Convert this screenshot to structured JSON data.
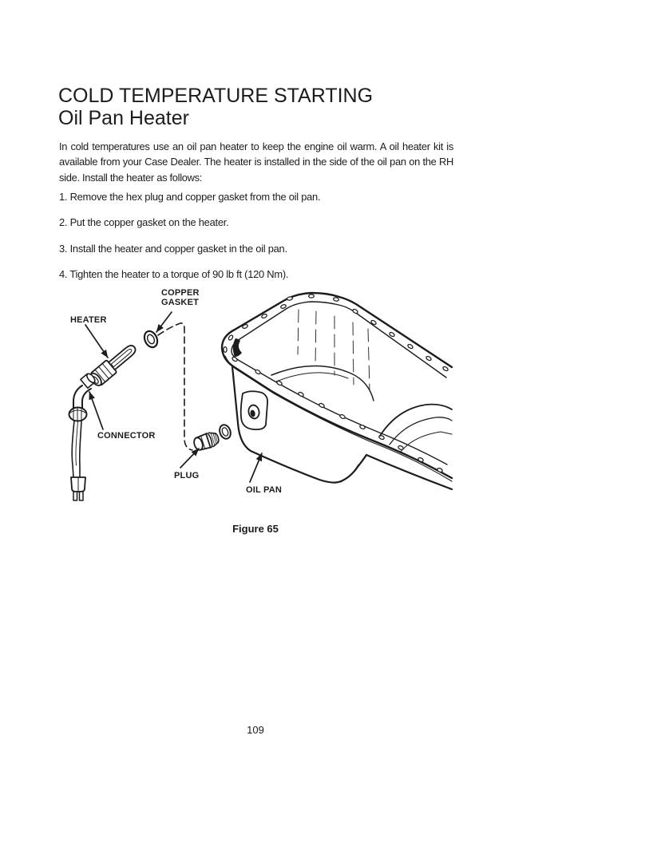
{
  "doc": {
    "title": "COLD TEMPERATURE STARTING",
    "subtitle": "Oil Pan Heater",
    "intro": "In cold temperatures use an oil pan heater to keep the engine oil warm. A oil heater kit is available from your Case Dealer. The heater is installed in the side of the oil pan on the RH side. Install the heater as follows:",
    "steps": [
      "1. Remove the hex plug and copper gasket from the oil pan.",
      "2. Put the copper gasket on the heater.",
      "3. Install the heater and copper gasket in the oil pan.",
      "4. Tighten the heater to a torque of 90 lb ft (120 Nm)."
    ],
    "figure": {
      "caption": "Figure 65",
      "labels": {
        "copper_gasket": "COPPER\nGASKET",
        "heater": "HEATER",
        "connector": "CONNECTOR",
        "plug": "PLUG",
        "oil_pan": "OIL PAN"
      }
    },
    "page_number": "109",
    "colors": {
      "ink": "#1c1c1c",
      "paper": "#ffffff"
    }
  }
}
